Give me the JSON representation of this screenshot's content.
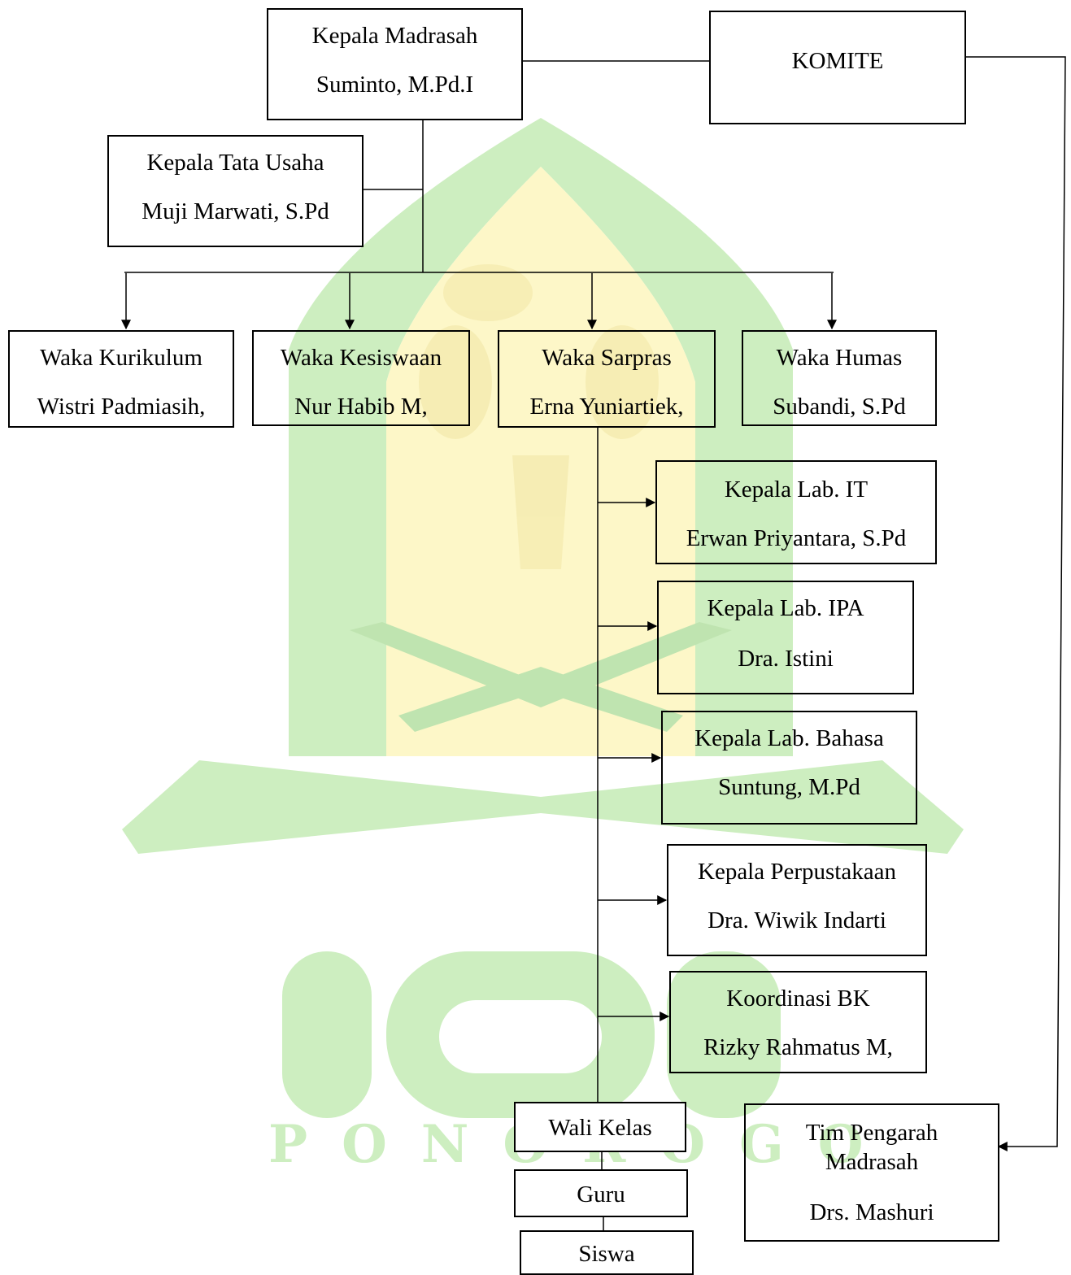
{
  "watermark": {
    "text": "IAIN PONOROGO",
    "colors": {
      "green": "#cdeec0",
      "yellow": "#fdf7c8"
    }
  },
  "nodes": {
    "kepala_madrasah": {
      "title": "Kepala Madrasah",
      "name": "Suminto, M.Pd.I"
    },
    "komite": {
      "title": "KOMITE"
    },
    "kepala_tu": {
      "title": "Kepala Tata Usaha",
      "name": "Muji Marwati, S.Pd"
    },
    "waka_kurikulum": {
      "title": "Waka Kurikulum",
      "name": "Wistri Padmiasih,"
    },
    "waka_kesiswaan": {
      "title": "Waka Kesiswaan",
      "name": "Nur Habib M,"
    },
    "waka_sarpras": {
      "title": "Waka Sarpras",
      "name": "Erna Yuniartiek,"
    },
    "waka_humas": {
      "title": "Waka Humas",
      "name": "Subandi, S.Pd"
    },
    "lab_it": {
      "title": "Kepala Lab. IT",
      "name": "Erwan Priyantara, S.Pd"
    },
    "lab_ipa": {
      "title": "Kepala Lab. IPA",
      "name": "Dra. Istini"
    },
    "lab_bahasa": {
      "title": "Kepala Lab. Bahasa",
      "name": "Suntung, M.Pd"
    },
    "perpustakaan": {
      "title": "Kepala Perpustakaan",
      "name": "Dra. Wiwik Indarti"
    },
    "bk": {
      "title": "Koordinasi BK",
      "name": "Rizky Rahmatus M,"
    },
    "wali_kelas": {
      "title": "Wali Kelas"
    },
    "guru": {
      "title": "Guru"
    },
    "siswa": {
      "title": "Siswa"
    },
    "tim_pengarah": {
      "title_line1": "Tim Pengarah",
      "title_line2": "Madrasah",
      "name": "Drs. Mashuri"
    }
  }
}
